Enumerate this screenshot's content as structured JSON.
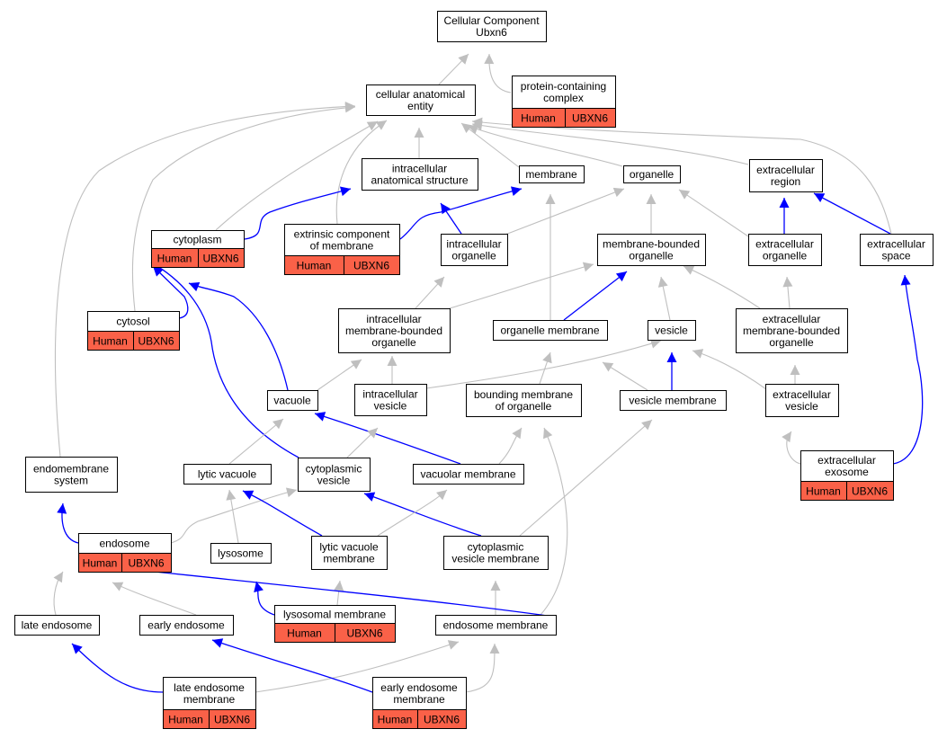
{
  "colors": {
    "annotation_fill": "#FA6148",
    "edge_is_a": "#bfbfbf",
    "edge_part_of": "#0000ff"
  },
  "nodes": {
    "cellular_component": {
      "lines": [
        "Cellular Component",
        "Ubxn6"
      ]
    },
    "protein_containing_complex": {
      "lines": [
        "protein-containing",
        "complex"
      ],
      "annotation": [
        "Human",
        "UBXN6"
      ]
    },
    "cellular_anatomical_entity": {
      "lines": [
        "cellular anatomical",
        "entity"
      ]
    },
    "intracellular_anatomical_structure": {
      "lines": [
        "intracellular",
        "anatomical structure"
      ]
    },
    "membrane": {
      "lines": [
        "membrane"
      ]
    },
    "organelle": {
      "lines": [
        "organelle"
      ]
    },
    "extracellular_region": {
      "lines": [
        "extracellular",
        "region"
      ]
    },
    "cytoplasm": {
      "lines": [
        "cytoplasm"
      ],
      "annotation": [
        "Human",
        "UBXN6"
      ]
    },
    "extrinsic_component_of_membrane": {
      "lines": [
        "extrinsic component",
        "of membrane"
      ],
      "annotation": [
        "Human",
        "UBXN6"
      ]
    },
    "intracellular_organelle": {
      "lines": [
        "intracellular",
        "organelle"
      ]
    },
    "membrane_bounded_organelle": {
      "lines": [
        "membrane-bounded",
        "organelle"
      ]
    },
    "extracellular_organelle": {
      "lines": [
        "extracellular",
        "organelle"
      ]
    },
    "extracellular_space": {
      "lines": [
        "extracellular",
        "space"
      ]
    },
    "cytosol": {
      "lines": [
        "cytosol"
      ],
      "annotation": [
        "Human",
        "UBXN6"
      ]
    },
    "intracellular_membrane_bounded_organelle": {
      "lines": [
        "intracellular",
        "membrane-bounded",
        "organelle"
      ]
    },
    "organelle_membrane": {
      "lines": [
        "organelle membrane"
      ]
    },
    "vesicle": {
      "lines": [
        "vesicle"
      ]
    },
    "extracellular_membrane_bounded_organelle": {
      "lines": [
        "extracellular",
        "membrane-bounded",
        "organelle"
      ]
    },
    "vacuole": {
      "lines": [
        "vacuole"
      ]
    },
    "intracellular_vesicle": {
      "lines": [
        "intracellular",
        "vesicle"
      ]
    },
    "bounding_membrane_of_organelle": {
      "lines": [
        "bounding membrane",
        "of organelle"
      ]
    },
    "vesicle_membrane": {
      "lines": [
        "vesicle membrane"
      ]
    },
    "extracellular_vesicle": {
      "lines": [
        "extracellular",
        "vesicle"
      ]
    },
    "extracellular_exosome": {
      "lines": [
        "extracellular",
        "exosome"
      ],
      "annotation": [
        "Human",
        "UBXN6"
      ]
    },
    "endomembrane_system": {
      "lines": [
        "endomembrane",
        "system"
      ]
    },
    "lytic_vacuole": {
      "lines": [
        "lytic vacuole"
      ]
    },
    "cytoplasmic_vesicle": {
      "lines": [
        "cytoplasmic",
        "vesicle"
      ]
    },
    "vacuolar_membrane": {
      "lines": [
        "vacuolar membrane"
      ]
    },
    "endosome": {
      "lines": [
        "endosome"
      ],
      "annotation": [
        "Human",
        "UBXN6"
      ]
    },
    "lysosome": {
      "lines": [
        "lysosome"
      ]
    },
    "lytic_vacuole_membrane": {
      "lines": [
        "lytic vacuole",
        "membrane"
      ]
    },
    "cytoplasmic_vesicle_membrane": {
      "lines": [
        "cytoplasmic",
        "vesicle membrane"
      ]
    },
    "late_endosome": {
      "lines": [
        "late endosome"
      ]
    },
    "early_endosome": {
      "lines": [
        "early endosome"
      ]
    },
    "lysosomal_membrane": {
      "lines": [
        "lysosomal membrane"
      ],
      "annotation": [
        "Human",
        "UBXN6"
      ]
    },
    "endosome_membrane": {
      "lines": [
        "endosome membrane"
      ]
    },
    "late_endosome_membrane": {
      "lines": [
        "late endosome",
        "membrane"
      ],
      "annotation": [
        "Human",
        "UBXN6"
      ]
    },
    "early_endosome_membrane": {
      "lines": [
        "early endosome",
        "membrane"
      ],
      "annotation": [
        "Human",
        "UBXN6"
      ]
    }
  },
  "edges": [
    {
      "from": "cellular_anatomical_entity",
      "to": "cellular_component",
      "type": "is_a"
    },
    {
      "from": "protein_containing_complex",
      "to": "cellular_component",
      "type": "is_a"
    },
    {
      "from": "intracellular_anatomical_structure",
      "to": "cellular_anatomical_entity",
      "type": "is_a"
    },
    {
      "from": "membrane",
      "to": "cellular_anatomical_entity",
      "type": "is_a"
    },
    {
      "from": "organelle",
      "to": "cellular_anatomical_entity",
      "type": "is_a"
    },
    {
      "from": "extracellular_region",
      "to": "cellular_anatomical_entity",
      "type": "is_a"
    },
    {
      "from": "cytoplasm",
      "to": "cellular_anatomical_entity",
      "type": "is_a"
    },
    {
      "from": "extrinsic_component_of_membrane",
      "to": "cellular_anatomical_entity",
      "type": "is_a"
    },
    {
      "from": "cytosol",
      "to": "cellular_anatomical_entity",
      "type": "is_a"
    },
    {
      "from": "endomembrane_system",
      "to": "cellular_anatomical_entity",
      "type": "is_a"
    },
    {
      "from": "extracellular_space",
      "to": "cellular_anatomical_entity",
      "type": "is_a"
    },
    {
      "from": "cytoplasm",
      "to": "intracellular_anatomical_structure",
      "type": "part_of"
    },
    {
      "from": "intracellular_organelle",
      "to": "intracellular_anatomical_structure",
      "type": "part_of"
    },
    {
      "from": "extrinsic_component_of_membrane",
      "to": "membrane",
      "type": "part_of"
    },
    {
      "from": "intracellular_organelle",
      "to": "organelle",
      "type": "is_a"
    },
    {
      "from": "membrane_bounded_organelle",
      "to": "organelle",
      "type": "is_a"
    },
    {
      "from": "extracellular_organelle",
      "to": "organelle",
      "type": "is_a"
    },
    {
      "from": "extracellular_organelle",
      "to": "extracellular_region",
      "type": "part_of"
    },
    {
      "from": "extracellular_space",
      "to": "extracellular_region",
      "type": "part_of"
    },
    {
      "from": "cytosol",
      "to": "cytoplasm",
      "type": "part_of"
    },
    {
      "from": "vacuole",
      "to": "cytoplasm",
      "type": "part_of"
    },
    {
      "from": "cytoplasmic_vesicle",
      "to": "cytoplasm",
      "type": "part_of"
    },
    {
      "from": "intracellular_membrane_bounded_organelle",
      "to": "intracellular_organelle",
      "type": "is_a"
    },
    {
      "from": "intracellular_membrane_bounded_organelle",
      "to": "membrane_bounded_organelle",
      "type": "is_a"
    },
    {
      "from": "organelle_membrane",
      "to": "membrane",
      "type": "is_a"
    },
    {
      "from": "organelle_membrane",
      "to": "membrane_bounded_organelle",
      "type": "part_of"
    },
    {
      "from": "vesicle",
      "to": "membrane_bounded_organelle",
      "type": "is_a"
    },
    {
      "from": "extracellular_membrane_bounded_organelle",
      "to": "membrane_bounded_organelle",
      "type": "is_a"
    },
    {
      "from": "extracellular_membrane_bounded_organelle",
      "to": "extracellular_organelle",
      "type": "is_a"
    },
    {
      "from": "vacuole",
      "to": "intracellular_membrane_bounded_organelle",
      "type": "is_a"
    },
    {
      "from": "intracellular_vesicle",
      "to": "intracellular_membrane_bounded_organelle",
      "type": "is_a"
    },
    {
      "from": "intracellular_vesicle",
      "to": "vesicle",
      "type": "is_a"
    },
    {
      "from": "bounding_membrane_of_organelle",
      "to": "organelle_membrane",
      "type": "is_a"
    },
    {
      "from": "vesicle_membrane",
      "to": "organelle_membrane",
      "type": "is_a"
    },
    {
      "from": "vesicle_membrane",
      "to": "vesicle",
      "type": "part_of"
    },
    {
      "from": "extracellular_vesicle",
      "to": "vesicle",
      "type": "is_a"
    },
    {
      "from": "extracellular_vesicle",
      "to": "extracellular_membrane_bounded_organelle",
      "type": "is_a"
    },
    {
      "from": "extracellular_exosome",
      "to": "extracellular_vesicle",
      "type": "is_a"
    },
    {
      "from": "extracellular_exosome",
      "to": "extracellular_space",
      "type": "part_of"
    },
    {
      "from": "lytic_vacuole",
      "to": "vacuole",
      "type": "is_a"
    },
    {
      "from": "vacuolar_membrane",
      "to": "vacuole",
      "type": "part_of"
    },
    {
      "from": "vacuolar_membrane",
      "to": "bounding_membrane_of_organelle",
      "type": "is_a"
    },
    {
      "from": "cytoplasmic_vesicle",
      "to": "intracellular_vesicle",
      "type": "is_a"
    },
    {
      "from": "cytoplasmic_vesicle_membrane",
      "to": "vesicle_membrane",
      "type": "is_a"
    },
    {
      "from": "cytoplasmic_vesicle_membrane",
      "to": "cytoplasmic_vesicle",
      "type": "part_of"
    },
    {
      "from": "endosome",
      "to": "endomembrane_system",
      "type": "part_of"
    },
    {
      "from": "endosome",
      "to": "cytoplasmic_vesicle",
      "type": "is_a"
    },
    {
      "from": "lysosome",
      "to": "lytic_vacuole",
      "type": "is_a"
    },
    {
      "from": "lytic_vacuole_membrane",
      "to": "lytic_vacuole",
      "type": "part_of"
    },
    {
      "from": "lytic_vacuole_membrane",
      "to": "vacuolar_membrane",
      "type": "is_a"
    },
    {
      "from": "lysosomal_membrane",
      "to": "lysosome",
      "type": "part_of"
    },
    {
      "from": "lysosomal_membrane",
      "to": "lytic_vacuole_membrane",
      "type": "is_a"
    },
    {
      "from": "endosome_membrane",
      "to": "cytoplasmic_vesicle_membrane",
      "type": "is_a"
    },
    {
      "from": "endosome_membrane",
      "to": "bounding_membrane_of_organelle",
      "type": "is_a"
    },
    {
      "from": "endosome_membrane",
      "to": "endosome",
      "type": "part_of"
    },
    {
      "from": "late_endosome",
      "to": "endosome",
      "type": "is_a"
    },
    {
      "from": "early_endosome",
      "to": "endosome",
      "type": "is_a"
    },
    {
      "from": "late_endosome_membrane",
      "to": "late_endosome",
      "type": "part_of"
    },
    {
      "from": "late_endosome_membrane",
      "to": "endosome_membrane",
      "type": "is_a"
    },
    {
      "from": "early_endosome_membrane",
      "to": "early_endosome",
      "type": "part_of"
    },
    {
      "from": "early_endosome_membrane",
      "to": "endosome_membrane",
      "type": "is_a"
    }
  ]
}
